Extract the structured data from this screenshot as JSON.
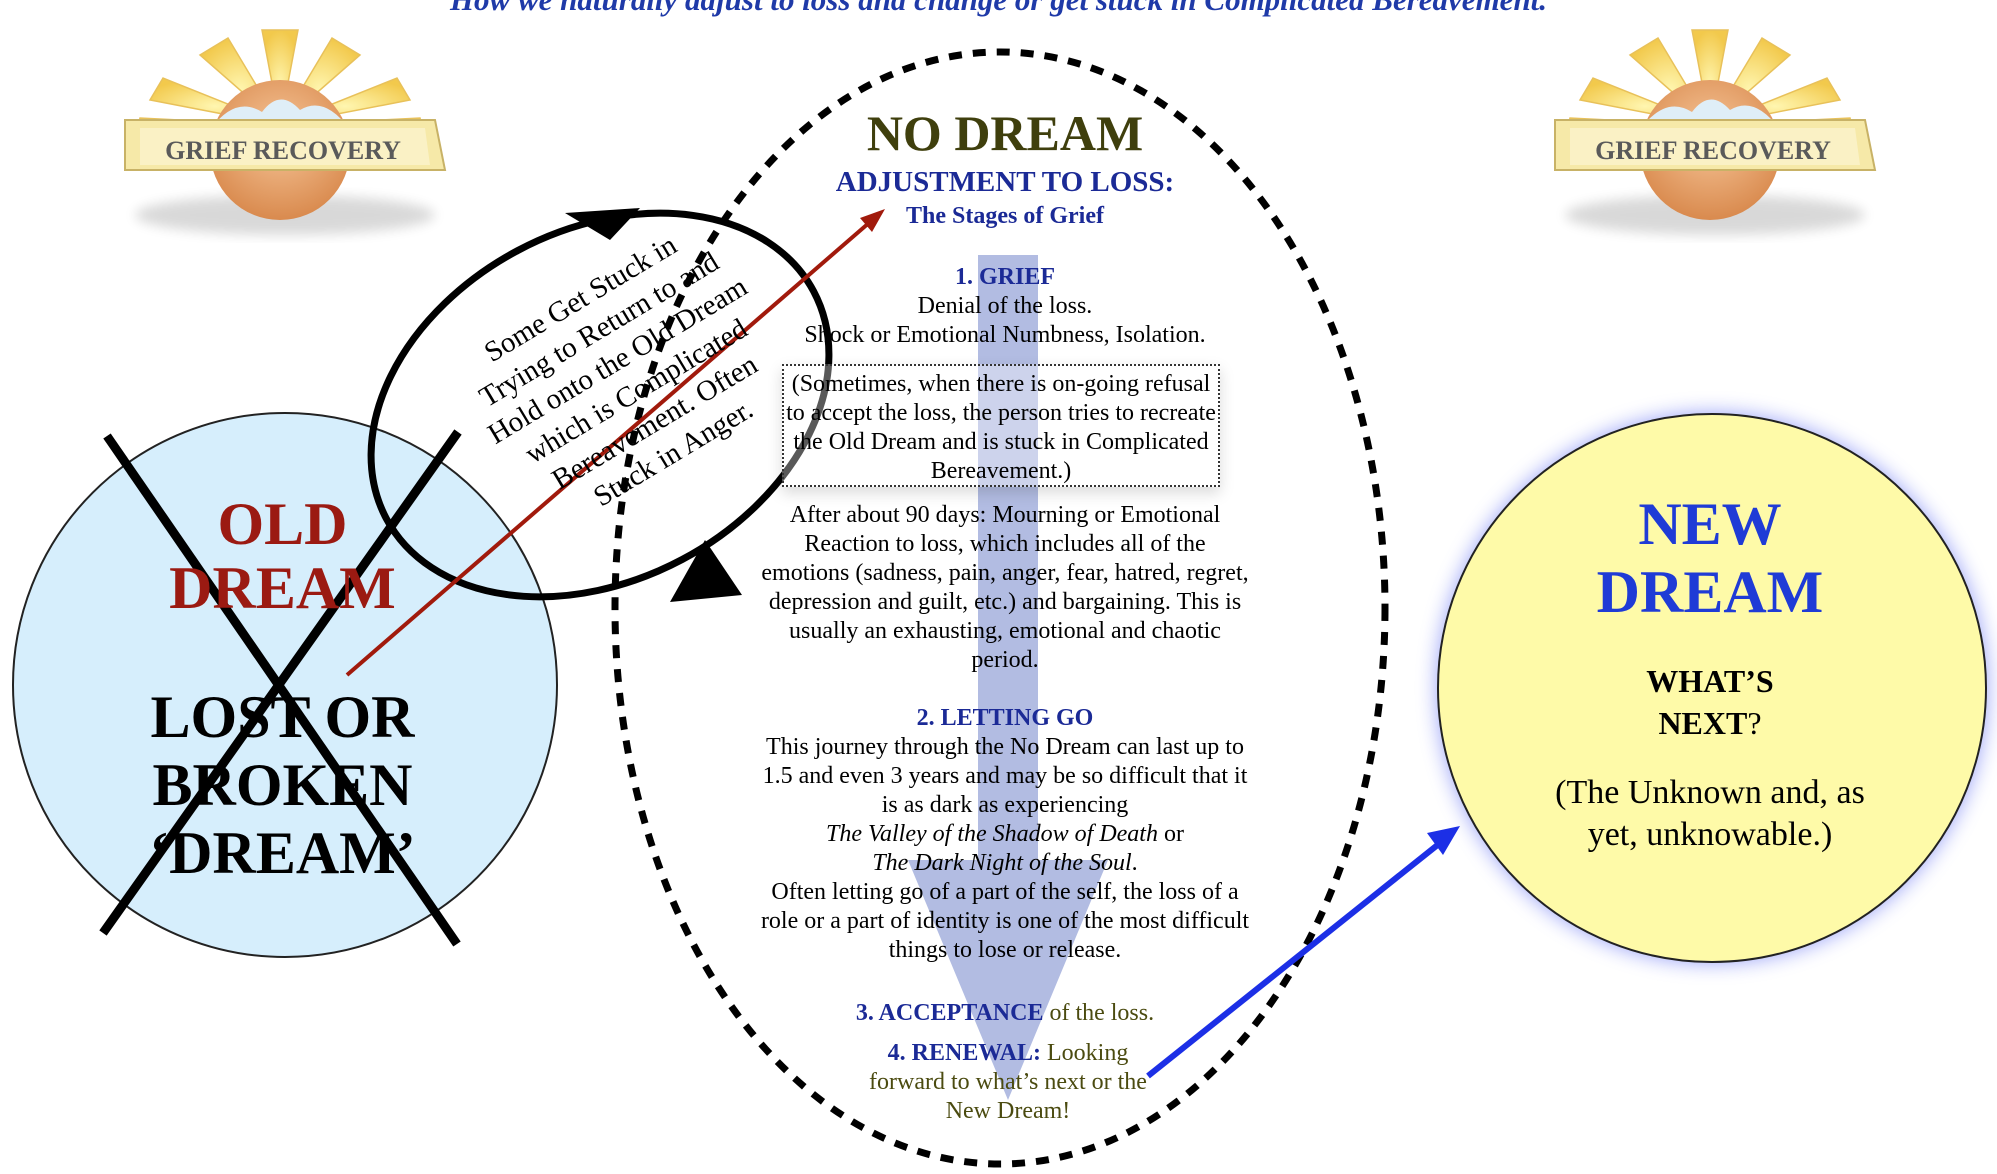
{
  "caption": "How we naturally adjust to loss and change or get stuck in Complicated Bereavement.",
  "logos": {
    "left_text": "GRIEF RECOVERY",
    "right_text": "GRIEF RECOVERY"
  },
  "old_dream": {
    "title_line1": "OLD",
    "title_line2": "DREAM",
    "sub_line1": "LOST OR",
    "sub_line2": "BROKEN",
    "sub_line3": "‘DREAM’"
  },
  "stuck_loop": {
    "lines": [
      "Some Get Stuck in",
      "Trying to Return to and",
      "Hold onto the Old Dream",
      "which is  Complicated",
      "Bereavement. Often",
      "Stuck in Anger."
    ]
  },
  "no_dream": {
    "title": "NO DREAM",
    "subtitle": "ADJUSTMENT TO LOSS:",
    "stages_label": "The Stages of Grief",
    "grief": {
      "heading": "1. GRIEF",
      "line1": "Denial of the loss.",
      "line2": "Shock or Emotional Numbness, Isolation.",
      "note": "(Sometimes, when there is on-going refusal to accept the loss, the person tries to recreate the Old Dream and is stuck in Complicated Bereavement.)",
      "after": "After about 90 days: Mourning or Emotional Reaction to loss, which includes all of the emotions (sadness, pain, anger, fear, hatred, regret, depression and guilt, etc.) and bargaining. This is usually an exhausting, emotional and chaotic period."
    },
    "letting_go": {
      "heading": "2. LETTING GO",
      "text1": "This journey through the No Dream can last up to 1.5 and even 3 years and may be so difficult that it is as dark as experiencing",
      "italic1": "The Valley of the Shadow of Death",
      "or": " or",
      "italic2": "The Dark Night of the Soul",
      "period": ".",
      "text2": "Often letting go of a part of the self, the loss of a role or a part of identity is one of the most difficult things to lose or release."
    },
    "acceptance": {
      "heading": "3. ACCEPTANCE",
      "text": " of the loss."
    },
    "renewal": {
      "heading": "4. RENEWAL:",
      "text": " Looking forward to what’s next or the New Dream!"
    }
  },
  "new_dream": {
    "title_line1": "NEW",
    "title_line2": "DREAM",
    "whats": "WHAT’S",
    "next": "NEXT",
    "qmark": "?",
    "unknown": "(The Unknown and, as yet, unknowable.)"
  },
  "colors": {
    "old_circle": "#d6eefc",
    "new_circle": "#fefaa8",
    "new_glow": "#6f7cf5",
    "red_arrow": "#a11a0c",
    "blue_arrow": "#1c2fe6",
    "down_arrow": "#98a5d8"
  }
}
